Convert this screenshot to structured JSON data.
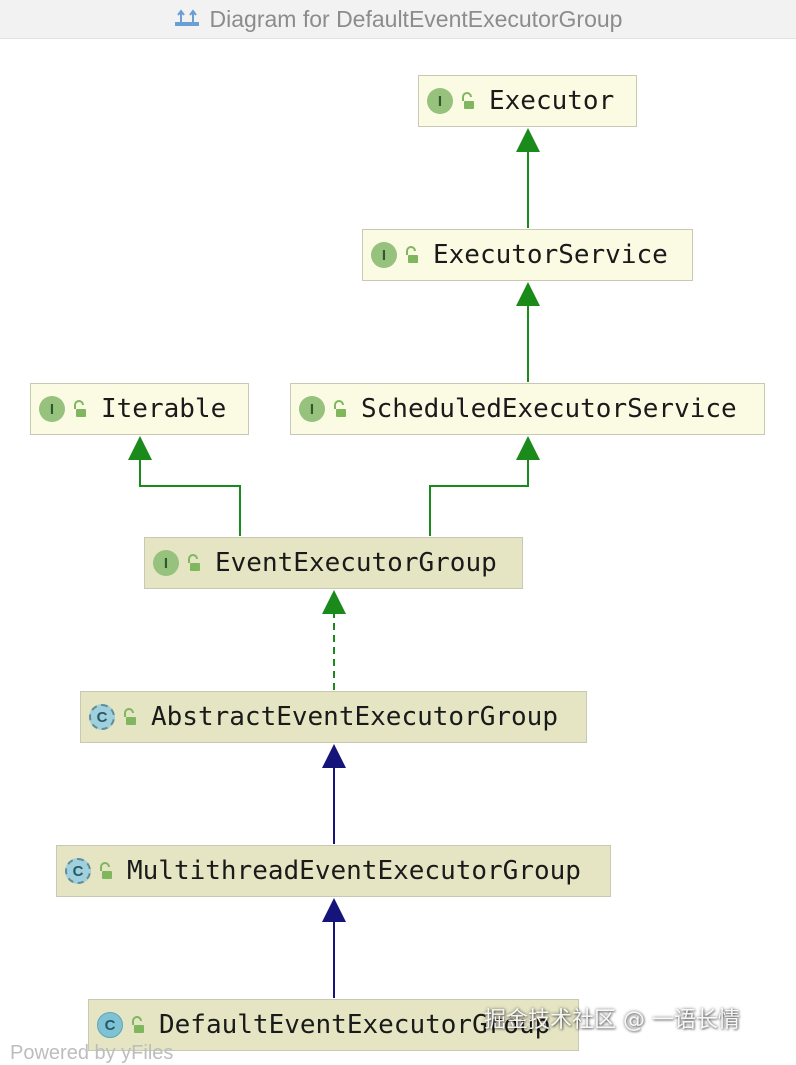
{
  "window": {
    "title": "Diagram for DefaultEventExecutorGroup",
    "title_icon": "hierarchy-diagram-icon"
  },
  "nodes": {
    "executor": {
      "label": "Executor",
      "kind": "interface",
      "badge": "I"
    },
    "executor_service": {
      "label": "ExecutorService",
      "kind": "interface",
      "badge": "I"
    },
    "iterable": {
      "label": "Iterable",
      "kind": "interface",
      "badge": "I"
    },
    "scheduled_executor_service": {
      "label": "ScheduledExecutorService",
      "kind": "interface",
      "badge": "I"
    },
    "event_executor_group": {
      "label": "EventExecutorGroup",
      "kind": "interface",
      "badge": "I"
    },
    "abstract_event_executor_group": {
      "label": "AbstractEventExecutorGroup",
      "kind": "abstract-class",
      "badge": "C"
    },
    "multithread_event_executor_group": {
      "label": "MultithreadEventExecutorGroup",
      "kind": "abstract-class",
      "badge": "C"
    },
    "default_event_executor_group": {
      "label": "DefaultEventExecutorGroup",
      "kind": "class",
      "badge": "C"
    }
  },
  "edges": [
    {
      "from": "executor_service",
      "to": "executor",
      "relation": "extends",
      "color": "#1a8a1a",
      "style": "solid"
    },
    {
      "from": "scheduled_executor_service",
      "to": "executor_service",
      "relation": "extends",
      "color": "#1a8a1a",
      "style": "solid"
    },
    {
      "from": "event_executor_group",
      "to": "iterable",
      "relation": "extends",
      "color": "#1a8a1a",
      "style": "solid"
    },
    {
      "from": "event_executor_group",
      "to": "scheduled_executor_service",
      "relation": "extends",
      "color": "#1a8a1a",
      "style": "solid"
    },
    {
      "from": "abstract_event_executor_group",
      "to": "event_executor_group",
      "relation": "implements",
      "color": "#1a8a1a",
      "style": "dashed"
    },
    {
      "from": "multithread_event_executor_group",
      "to": "abstract_event_executor_group",
      "relation": "extends",
      "color": "#14147a",
      "style": "solid"
    },
    {
      "from": "default_event_executor_group",
      "to": "multithread_event_executor_group",
      "relation": "extends",
      "color": "#14147a",
      "style": "solid"
    }
  ],
  "colors": {
    "interface_fill": "#fbfbe4",
    "class_fill": "#e5e5c4",
    "interface_edge": "#1a8a1a",
    "class_edge": "#14147a"
  },
  "footer": {
    "watermark": "掘金技术社区 @ 一语长情",
    "powered_by": "Powered by yFiles"
  }
}
